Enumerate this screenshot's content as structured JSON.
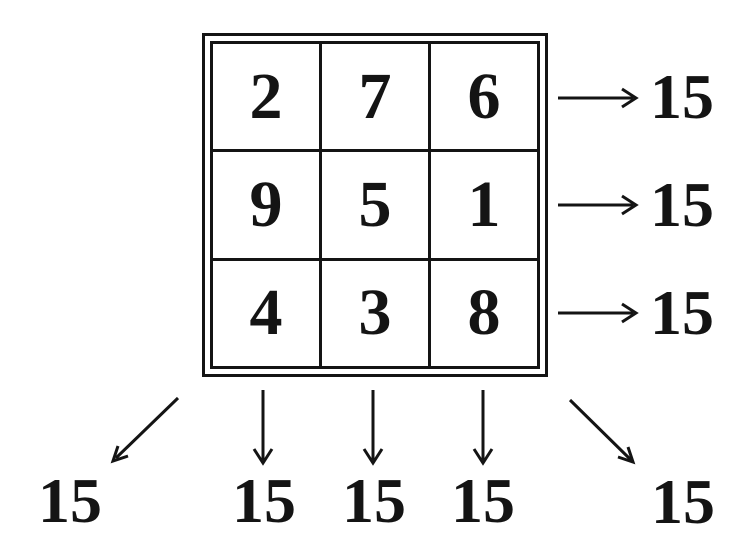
{
  "colors": {
    "ink": "#141414",
    "background": "#ffffff"
  },
  "magic_square": {
    "rows": [
      [
        "2",
        "7",
        "6"
      ],
      [
        "9",
        "5",
        "1"
      ],
      [
        "4",
        "3",
        "8"
      ]
    ],
    "row_sums": [
      "15",
      "15",
      "15"
    ],
    "column_sums": [
      "15",
      "15",
      "15"
    ],
    "diagonal_sum_left": "15",
    "diagonal_sum_right": "15"
  }
}
